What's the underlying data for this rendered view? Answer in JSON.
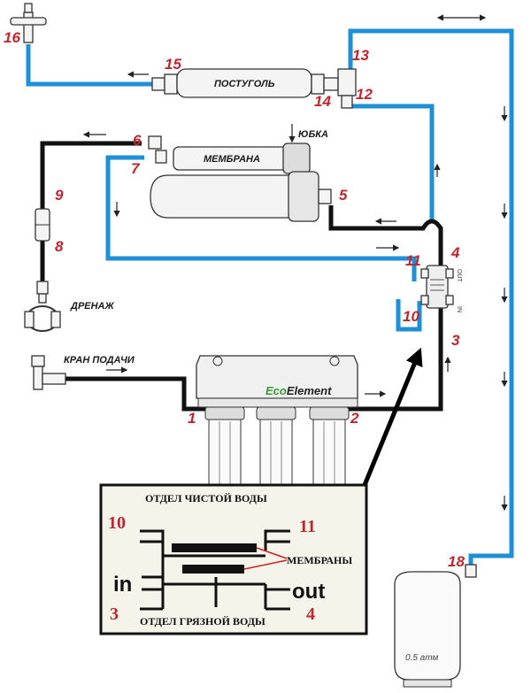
{
  "labels": {
    "postugol": "ПОСТУГОЛЬ",
    "membrana": "МЕМБРАНА",
    "yubka": "ЮБКА",
    "drenazh": "ДРЕНАЖ",
    "kran_podachi": "КРАН ПОДАЧИ",
    "tank_pressure": "0.5 атм"
  },
  "brand": {
    "eco": "Eco",
    "element": "Element"
  },
  "numbers": {
    "n1": "1",
    "n2": "2",
    "n3": "3",
    "n4": "4",
    "n5": "5",
    "n6": "6",
    "n7": "7",
    "n8": "8",
    "n9": "9",
    "n10": "10",
    "n11": "11",
    "n12": "12",
    "n13": "13",
    "n14": "14",
    "n15": "15",
    "n16": "16",
    "n18": "18"
  },
  "valve_marks": {
    "out": "OUT",
    "in": "IN"
  },
  "inset": {
    "top_title": "ОТДЕЛ ЧИСТОЙ ВОДЫ",
    "bottom_title": "ОТДЕЛ ГРЯЗНОЙ ВОДЫ",
    "membranes": "МЕМБРАНЫ",
    "in_label": "in",
    "out_label": "out",
    "n10": "10",
    "n11": "11",
    "n3": "3",
    "n4": "4"
  },
  "colors": {
    "clean_line": "#1f8fd6",
    "drain_line": "#111111",
    "numbers": "#c0262d"
  }
}
